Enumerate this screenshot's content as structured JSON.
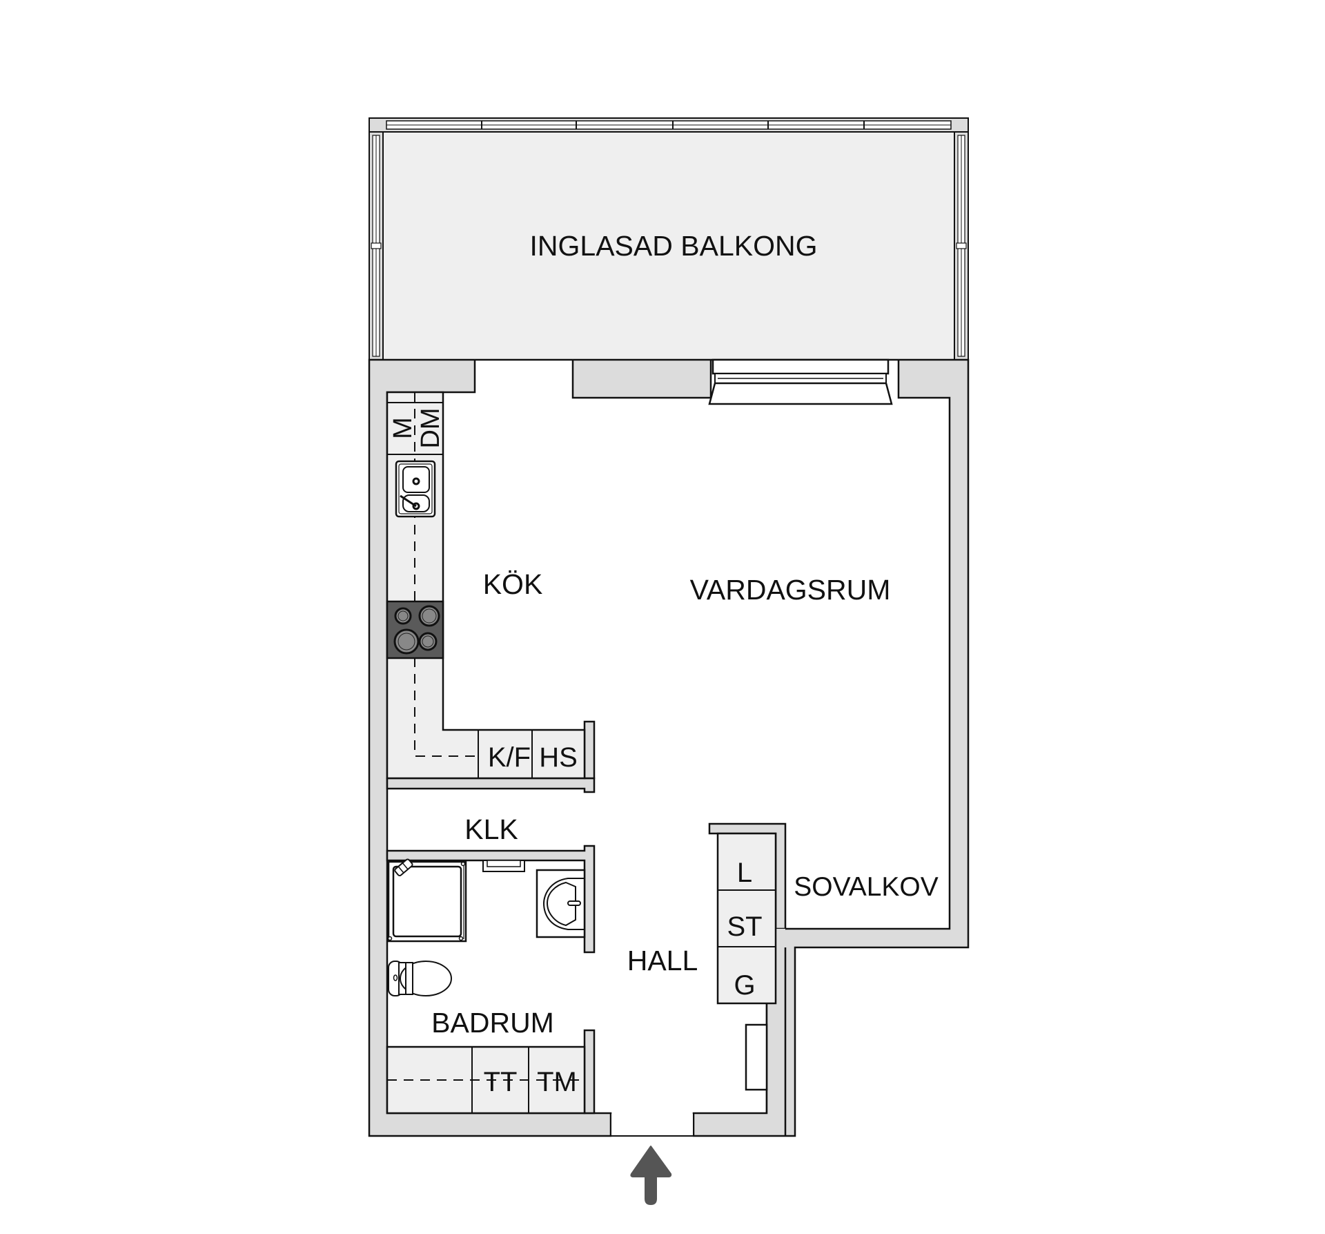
{
  "floorplan": {
    "rooms": [
      {
        "id": "balcony",
        "label": "INGLASAD BALKONG"
      },
      {
        "id": "kitchen",
        "label": "KÖK"
      },
      {
        "id": "living",
        "label": "VARDAGSRUM"
      },
      {
        "id": "closet",
        "label": "KLK"
      },
      {
        "id": "alcove",
        "label": "SOVALKOV"
      },
      {
        "id": "hall",
        "label": "HALL"
      },
      {
        "id": "bathroom",
        "label": "BADRUM"
      }
    ],
    "fixtures": {
      "microwave": "M",
      "dishwasher": "DM",
      "fridge_freezer": "K/F",
      "tall_cabinet": "HS",
      "linen": "L",
      "storage": "ST",
      "wardrobe": "G",
      "dryer": "TT",
      "washer": "TM"
    },
    "icons": {
      "entrance": "arrow-up-icon",
      "sink": "kitchen-sink-icon",
      "stove": "stove-icon",
      "shower": "shower-icon",
      "toilet": "toilet-icon",
      "washbasin": "washbasin-icon",
      "window": "window-icon"
    },
    "colors": {
      "wall": "#dcdcdc",
      "balcony_floor": "#efefef",
      "cabinet": "#efefef",
      "stove": "#5a5a5a",
      "arrow": "#555555",
      "line": "#111111"
    }
  }
}
